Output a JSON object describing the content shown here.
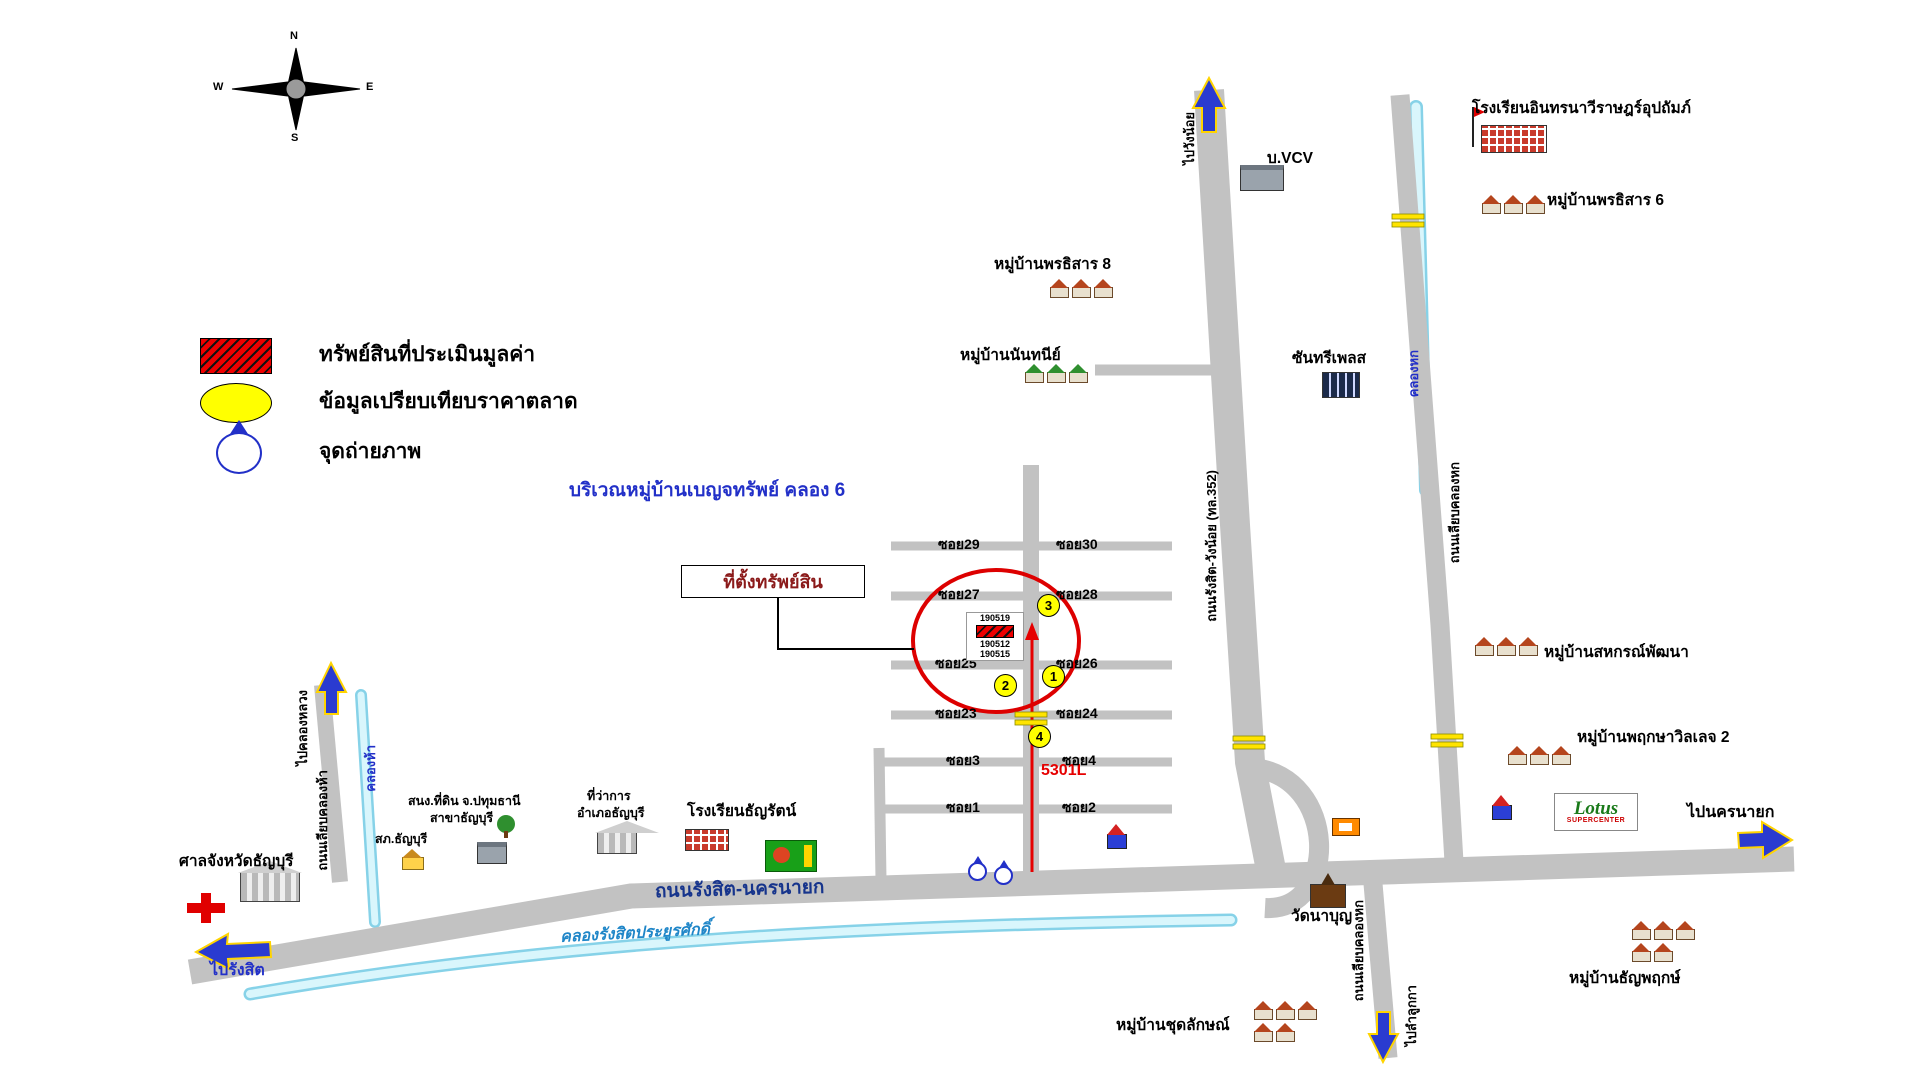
{
  "compass": {
    "n": "N",
    "s": "S",
    "e": "E",
    "w": "W"
  },
  "legend": {
    "appraised_label": "ทรัพย์สินที่ประเมินมูลค่า",
    "comparison_label": "ข้อมูลเปรียบเทียบราคาตลาด",
    "photo_label": "จุดถ่ายภาพ"
  },
  "area_title": "บริเวณหมู่บ้านเบญจทรัพย์ คลอง 6",
  "property": {
    "callout": "ที่ตั้งทรัพย์สิน",
    "parcels": [
      "190519",
      "190512",
      "190515"
    ],
    "route_code": "5301L"
  },
  "sois": [
    "ซอย29",
    "ซอย30",
    "ซอย27",
    "ซอย28",
    "ซอย25",
    "ซอย26",
    "ซอย23",
    "ซอย24",
    "ซอย3",
    "ซอย4",
    "ซอย1",
    "ซอย2"
  ],
  "markers": [
    "1",
    "2",
    "3",
    "4"
  ],
  "roads": {
    "main": "ถนนรังสิต-นครนายก",
    "main_canal": "คลองรังสิตประยูรศักดิ์",
    "highway_352": "ถนนรังสิต-วังน้อย (ทล.352)",
    "khlong_hok_road": "ถนนเลียบคลองหก",
    "khlong_hok_canal": "คลองหก",
    "khlong_ha_canal": "คลองห้า",
    "khlong_ha_road": "ถนนเลียบคลองห้า"
  },
  "directions": {
    "to_rangsit": "ไปรังสิต",
    "to_nakhon_nayok": "ไปนครนายก",
    "to_wang_noi": "ไปวังน้อย",
    "to_lam_luk_ka": "ไปลำลูกกา",
    "to_khlong_luang": "ไปคลองหลวง"
  },
  "landmarks": {
    "school_intharanawi": "โรงเรียนอินทรนาวีราษฎร์อุปถัมภ์",
    "vcv": "บ.VCV",
    "phonthisan8": "หมู่บ้านพรธิสาร 8",
    "phonthisan6": "หมู่บ้านพรธิสาร 6",
    "nanthanee": "หมู่บ้านนันทนีย์",
    "suntree_place": "ซันทรีเพลส",
    "sahakorn_pattana": "หมู่บ้านสหกรณ์พัฒนา",
    "pruksa_village2": "หมู่บ้านพฤกษาวิลเลจ 2",
    "lotus_name": "Lotus",
    "lotus_sub": "SUPERCENTER",
    "wat_na_bun": "วัดนาบุญ",
    "thanyapruek": "หมู่บ้านธัญพฤกษ์",
    "chut_lak": "หมู่บ้านชุดลักษณ์",
    "court": "ศาลจังหวัดธัญบุรี",
    "land_office_1": "สนง.ที่ดิน จ.ปทุมธานี",
    "land_office_2": "สาขาธัญบุรี",
    "district_office_1": "ที่ว่าการ",
    "district_office_2": "อำเภอธัญบุรี",
    "thanyarat_school": "โรงเรียนธัญรัตน์",
    "police": "สภ.ธัญบุรี"
  }
}
